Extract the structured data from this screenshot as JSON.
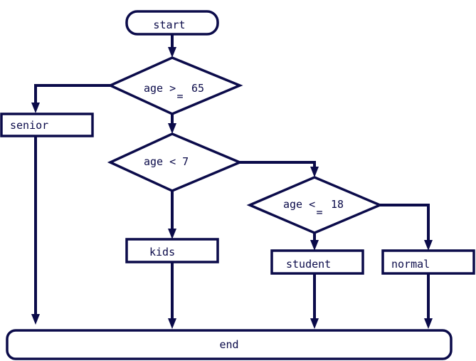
{
  "colors": {
    "stroke": "#0b0b4a",
    "background": "#ffffff"
  },
  "nodes": {
    "start": "start",
    "d1_main": "age >",
    "d1_num": "65",
    "d1_under": "=",
    "senior": "senior",
    "d2": "age < 7",
    "kids": "kids",
    "d3_main": "age <",
    "d3_num": "18",
    "d3_under": "=",
    "student": "student",
    "normal": "normal",
    "end": "end"
  }
}
